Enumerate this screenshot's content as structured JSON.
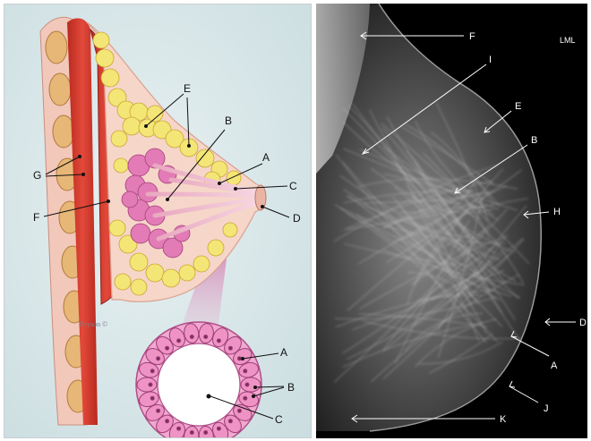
{
  "illustration": {
    "credit": "Bryson ©",
    "labels": {
      "A": "A",
      "B": "B",
      "C": "C",
      "D": "D",
      "E": "E",
      "F": "F",
      "G": "G"
    },
    "inset_labels": {
      "A": "A",
      "B": "B",
      "C": "C"
    }
  },
  "mammogram": {
    "view_marker": "LML",
    "labels": {
      "F": "F",
      "I": "I",
      "E": "E",
      "B": "B",
      "H": "H",
      "D": "D",
      "A": "A",
      "J": "J",
      "K": "K"
    }
  },
  "colors": {
    "muscle": "#d93a2b",
    "fat": "#f3e46a",
    "lobule": "#e07ab4",
    "skin": "#f4cfc0",
    "background": "#d9e8ea"
  }
}
